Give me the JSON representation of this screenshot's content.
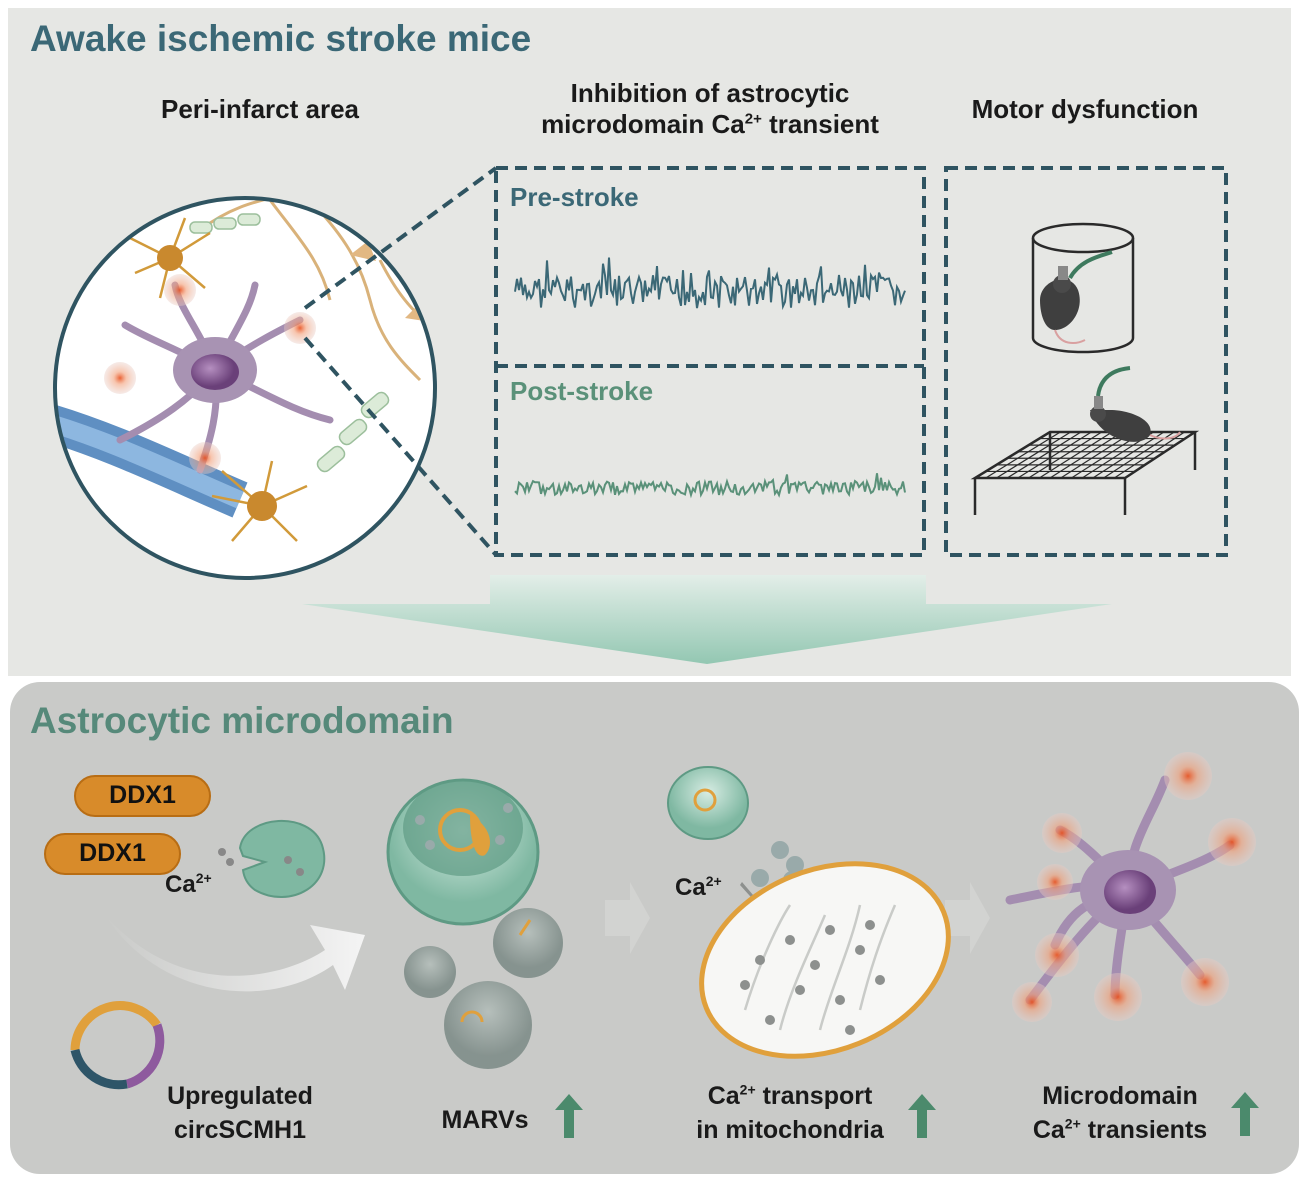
{
  "top": {
    "title": "Awake ischemic stroke mice",
    "headers": {
      "peri": "Peri-infarct area",
      "inhibition_line1": "Inhibition of astrocytic",
      "inhibition_line2_prefix": "microdomain Ca",
      "inhibition_line2_sup": "2+",
      "inhibition_line2_suffix": " transient",
      "motor": "Motor dysfunction"
    },
    "traces": {
      "pre": "Pre-stroke",
      "post": "Post-stroke"
    }
  },
  "bottom": {
    "title": "Astrocytic microdomain",
    "ddx": [
      "DDX1",
      "DDX1"
    ],
    "ion": {
      "base": "Ca",
      "sup": "2+"
    },
    "captions": {
      "circ_line1": "Upregulated",
      "circ_line2": "circSCMH1",
      "marv": "MARVs",
      "ca_line1_base": "Ca",
      "ca_line1_sup": "2+",
      "ca_line1_suffix": " transport",
      "ca_line2": "in mitochondria",
      "micro_line1": "Microdomain",
      "micro_line2_base": "Ca",
      "micro_line2_sup": "2+",
      "micro_line2_suffix": " transients"
    }
  },
  "colors": {
    "title_top": "#3b6876",
    "title_bottom": "#56897a",
    "pre_trace": "#3b6876",
    "post_trace": "#5a9179",
    "up_arrow": "#4b8a6c",
    "ddx_fill": "#d88b2a",
    "astrocyte": "#9d86a6"
  }
}
